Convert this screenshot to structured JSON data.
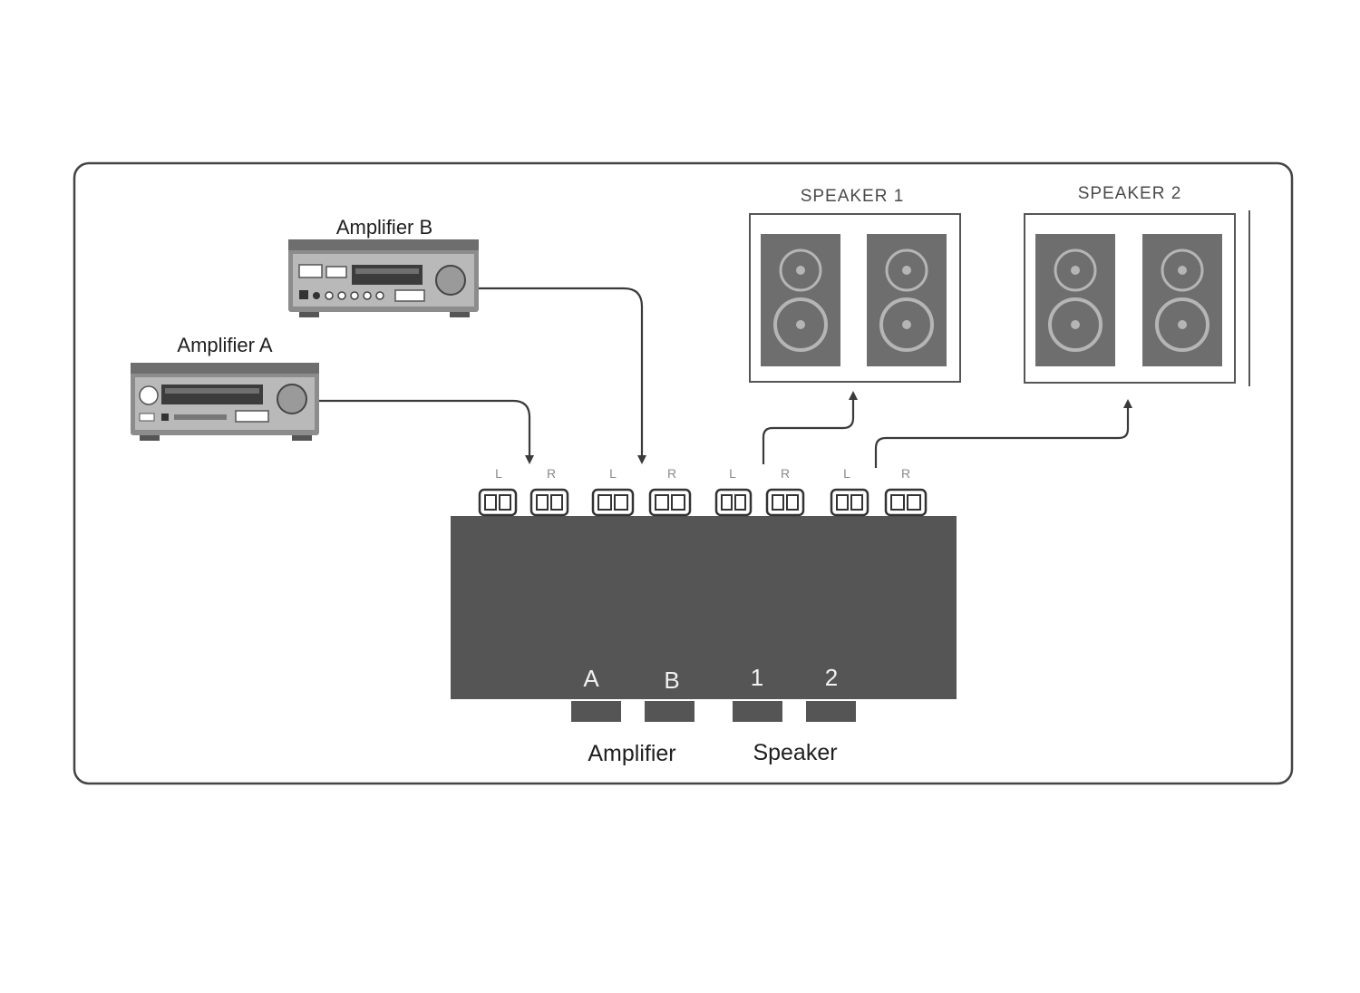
{
  "labels": {
    "amplifier_a": "Amplifier A",
    "amplifier_b": "Amplifier B",
    "speaker_1": "SPEAKER 1",
    "speaker_2": "SPEAKER 2",
    "amplifier": "Amplifier",
    "speaker": "Speaker"
  },
  "switch_box": {
    "terminal_labels": [
      "L",
      "R",
      "L",
      "R",
      "L",
      "R",
      "L",
      "R"
    ],
    "front_labels": [
      "A",
      "B",
      "1",
      "2"
    ]
  },
  "colors": {
    "box": "#555555",
    "frame": "#444444",
    "wire": "#3a3a3a",
    "speaker_panel": "#6e6e6e",
    "speaker_ring": "#b5b5b5",
    "amp_body": "#8c8c8c"
  },
  "icons": [
    "amplifier-icon",
    "speaker-icon",
    "terminal-icon",
    "arrow-icon"
  ]
}
